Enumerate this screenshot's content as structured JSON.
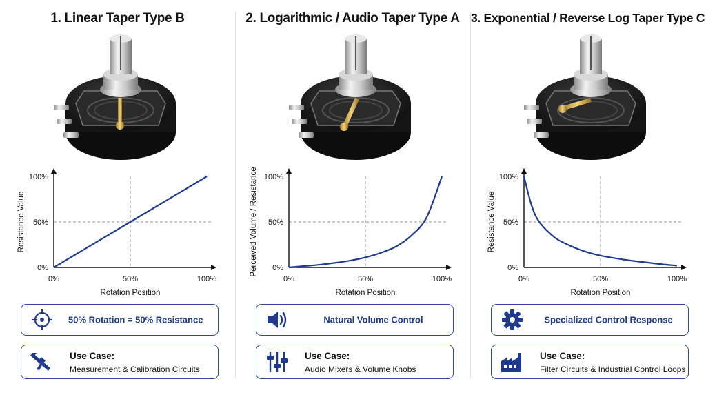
{
  "colors": {
    "accent": "#1f3a8c",
    "curve": "#1e3a8f",
    "border": "#2f4a9c"
  },
  "panels": [
    {
      "title": "1. Linear Taper Type B",
      "chart_data": {
        "type": "line",
        "xlabel": "Rotation Position",
        "ylabel": "Resistance Value",
        "x_ticks": [
          "0%",
          "50%",
          "100%"
        ],
        "y_ticks": [
          "0%",
          "50%",
          "100%"
        ],
        "xlim": [
          0,
          100
        ],
        "ylim": [
          0,
          100
        ],
        "grid": "dashed at 50%",
        "series": [
          {
            "x": [
              0,
              50,
              100
            ],
            "y": [
              0,
              50,
              100
            ]
          }
        ]
      },
      "feature": {
        "icon": "crosshair-icon",
        "text": "50% Rotation = 50% Resistance"
      },
      "use_case": {
        "icon": "caliper-icon",
        "label": "Use Case:",
        "text": "Measurement & Calibration Circuits"
      }
    },
    {
      "title": "2. Logarithmic / Audio Taper Type A",
      "chart_data": {
        "type": "line",
        "xlabel": "Rotation Position",
        "ylabel": "Perceived Volume / Resistance",
        "x_ticks": [
          "0%",
          "50%",
          "100%"
        ],
        "y_ticks": [
          "0%",
          "50%",
          "100%"
        ],
        "xlim": [
          0,
          100
        ],
        "ylim": [
          0,
          100
        ],
        "grid": "dashed at 50%",
        "series": [
          {
            "x": [
              0,
              10,
              20,
              30,
              40,
              50,
              60,
              70,
              80,
              90,
              100
            ],
            "y": [
              0,
              1.5,
              3,
              5,
              7.5,
              11,
              16,
              23,
              35,
              55,
              100
            ]
          }
        ]
      },
      "feature": {
        "icon": "speaker-icon",
        "text": "Natural Volume Control"
      },
      "use_case": {
        "icon": "mixer-faders-icon",
        "label": "Use Case:",
        "text": "Audio Mixers & Volume Knobs"
      }
    },
    {
      "title": "3. Exponential / Reverse Log Taper Type C",
      "chart_data": {
        "type": "line",
        "xlabel": "Rotation Position",
        "ylabel": "Resistance Value",
        "x_ticks": [
          "0%",
          "50%",
          "100%"
        ],
        "y_ticks": [
          "0%",
          "50%",
          "100%"
        ],
        "xlim": [
          0,
          100
        ],
        "ylim": [
          0,
          100
        ],
        "grid": "dashed at 50%",
        "series": [
          {
            "x": [
              0,
              5,
              10,
              20,
              30,
              40,
              50,
              60,
              70,
              80,
              90,
              100
            ],
            "y": [
              100,
              68,
              50,
              33,
              24,
              17.5,
              13,
              10,
              7.5,
              5.5,
              3.5,
              2
            ]
          }
        ]
      },
      "feature": {
        "icon": "gear-icon",
        "text": "Specialized Control Response"
      },
      "use_case": {
        "icon": "factory-icon",
        "label": "Use Case:",
        "text": "Filter Circuits & Industrial Control Loops"
      }
    }
  ]
}
